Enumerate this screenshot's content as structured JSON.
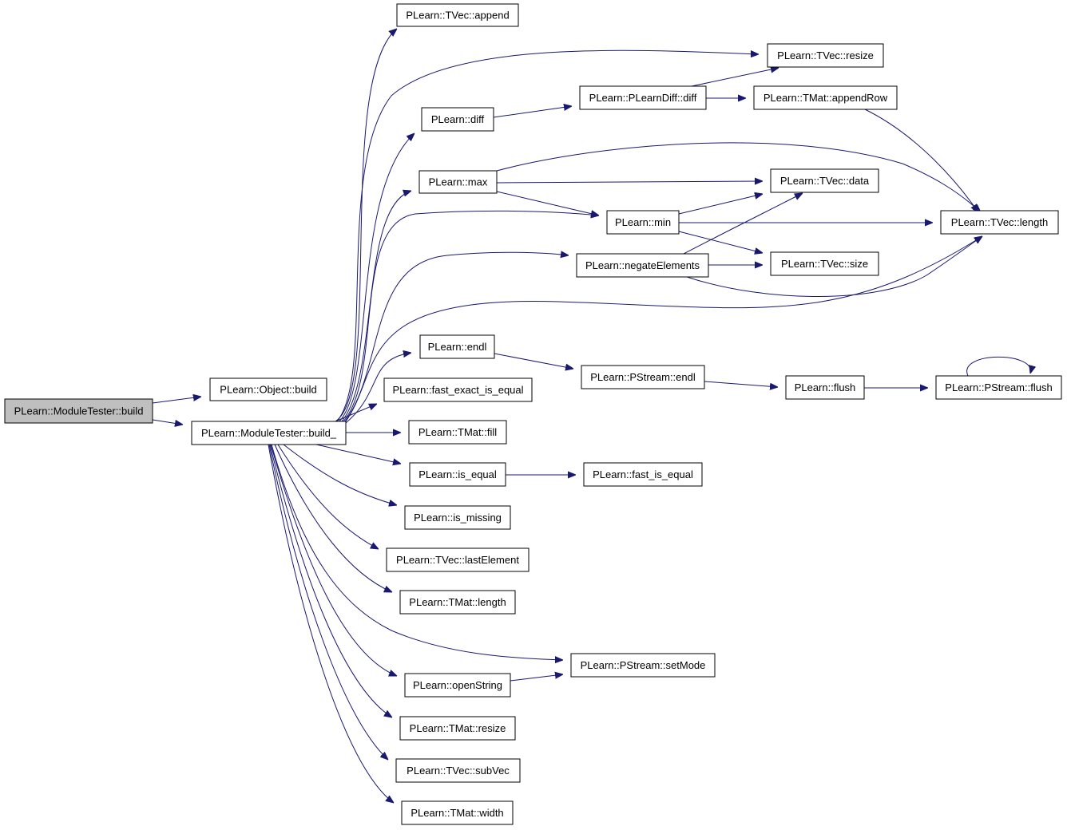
{
  "diagram": {
    "nodes": [
      {
        "id": "mt_build",
        "label": "PLearn::ModuleTester::build",
        "root": true
      },
      {
        "id": "obj_build",
        "label": "PLearn::Object::build"
      },
      {
        "id": "mt_build_",
        "label": "PLearn::ModuleTester::build_"
      },
      {
        "id": "tvec_append",
        "label": "PLearn::TVec::append"
      },
      {
        "id": "tvec_resize",
        "label": "PLearn::TVec::resize"
      },
      {
        "id": "diff",
        "label": "PLearn::diff"
      },
      {
        "id": "pldiff_diff",
        "label": "PLearn::PLearnDiff::diff"
      },
      {
        "id": "tmat_appendRow",
        "label": "PLearn::TMat::appendRow"
      },
      {
        "id": "max",
        "label": "PLearn::max"
      },
      {
        "id": "tvec_data",
        "label": "PLearn::TVec::data"
      },
      {
        "id": "min",
        "label": "PLearn::min"
      },
      {
        "id": "tvec_length",
        "label": "PLearn::TVec::length"
      },
      {
        "id": "negate",
        "label": "PLearn::negateElements"
      },
      {
        "id": "tvec_size",
        "label": "PLearn::TVec::size"
      },
      {
        "id": "endl",
        "label": "PLearn::endl"
      },
      {
        "id": "pstream_endl",
        "label": "PLearn::PStream::endl"
      },
      {
        "id": "flush",
        "label": "PLearn::flush"
      },
      {
        "id": "pstream_flush",
        "label": "PLearn::PStream::flush"
      },
      {
        "id": "fast_exact",
        "label": "PLearn::fast_exact_is_equal"
      },
      {
        "id": "tmat_fill",
        "label": "PLearn::TMat::fill"
      },
      {
        "id": "is_equal",
        "label": "PLearn::is_equal"
      },
      {
        "id": "fast_is_equal",
        "label": "PLearn::fast_is_equal"
      },
      {
        "id": "is_missing",
        "label": "PLearn::is_missing"
      },
      {
        "id": "tvec_last",
        "label": "PLearn::TVec::lastElement"
      },
      {
        "id": "tmat_length",
        "label": "PLearn::TMat::length"
      },
      {
        "id": "pstream_setMode",
        "label": "PLearn::PStream::setMode"
      },
      {
        "id": "openString",
        "label": "PLearn::openString"
      },
      {
        "id": "tmat_resize",
        "label": "PLearn::TMat::resize"
      },
      {
        "id": "tvec_subVec",
        "label": "PLearn::TVec::subVec"
      },
      {
        "id": "tmat_width",
        "label": "PLearn::TMat::width"
      }
    ],
    "edges": [
      {
        "from": "mt_build",
        "to": "obj_build"
      },
      {
        "from": "mt_build",
        "to": "mt_build_"
      },
      {
        "from": "mt_build_",
        "to": "tvec_append"
      },
      {
        "from": "mt_build_",
        "to": "tvec_resize"
      },
      {
        "from": "mt_build_",
        "to": "diff"
      },
      {
        "from": "mt_build_",
        "to": "max"
      },
      {
        "from": "mt_build_",
        "to": "min"
      },
      {
        "from": "mt_build_",
        "to": "negate"
      },
      {
        "from": "mt_build_",
        "to": "tvec_length"
      },
      {
        "from": "mt_build_",
        "to": "endl"
      },
      {
        "from": "mt_build_",
        "to": "fast_exact"
      },
      {
        "from": "mt_build_",
        "to": "tmat_fill"
      },
      {
        "from": "mt_build_",
        "to": "is_equal"
      },
      {
        "from": "mt_build_",
        "to": "is_missing"
      },
      {
        "from": "mt_build_",
        "to": "tvec_last"
      },
      {
        "from": "mt_build_",
        "to": "tmat_length"
      },
      {
        "from": "mt_build_",
        "to": "pstream_setMode"
      },
      {
        "from": "mt_build_",
        "to": "openString"
      },
      {
        "from": "mt_build_",
        "to": "tmat_resize"
      },
      {
        "from": "mt_build_",
        "to": "tvec_subVec"
      },
      {
        "from": "mt_build_",
        "to": "tmat_width"
      },
      {
        "from": "diff",
        "to": "pldiff_diff"
      },
      {
        "from": "pldiff_diff",
        "to": "tvec_resize"
      },
      {
        "from": "pldiff_diff",
        "to": "tmat_appendRow"
      },
      {
        "from": "tmat_appendRow",
        "to": "tvec_length"
      },
      {
        "from": "max",
        "to": "tvec_data"
      },
      {
        "from": "max",
        "to": "min"
      },
      {
        "from": "max",
        "to": "tvec_length"
      },
      {
        "from": "min",
        "to": "tvec_data"
      },
      {
        "from": "min",
        "to": "tvec_length"
      },
      {
        "from": "min",
        "to": "tvec_size"
      },
      {
        "from": "negate",
        "to": "tvec_data"
      },
      {
        "from": "negate",
        "to": "tvec_size"
      },
      {
        "from": "negate",
        "to": "tvec_length"
      },
      {
        "from": "endl",
        "to": "pstream_endl"
      },
      {
        "from": "pstream_endl",
        "to": "flush"
      },
      {
        "from": "flush",
        "to": "pstream_flush"
      },
      {
        "from": "pstream_flush",
        "to": "pstream_flush"
      },
      {
        "from": "is_equal",
        "to": "fast_is_equal"
      },
      {
        "from": "openString",
        "to": "pstream_setMode"
      }
    ]
  }
}
